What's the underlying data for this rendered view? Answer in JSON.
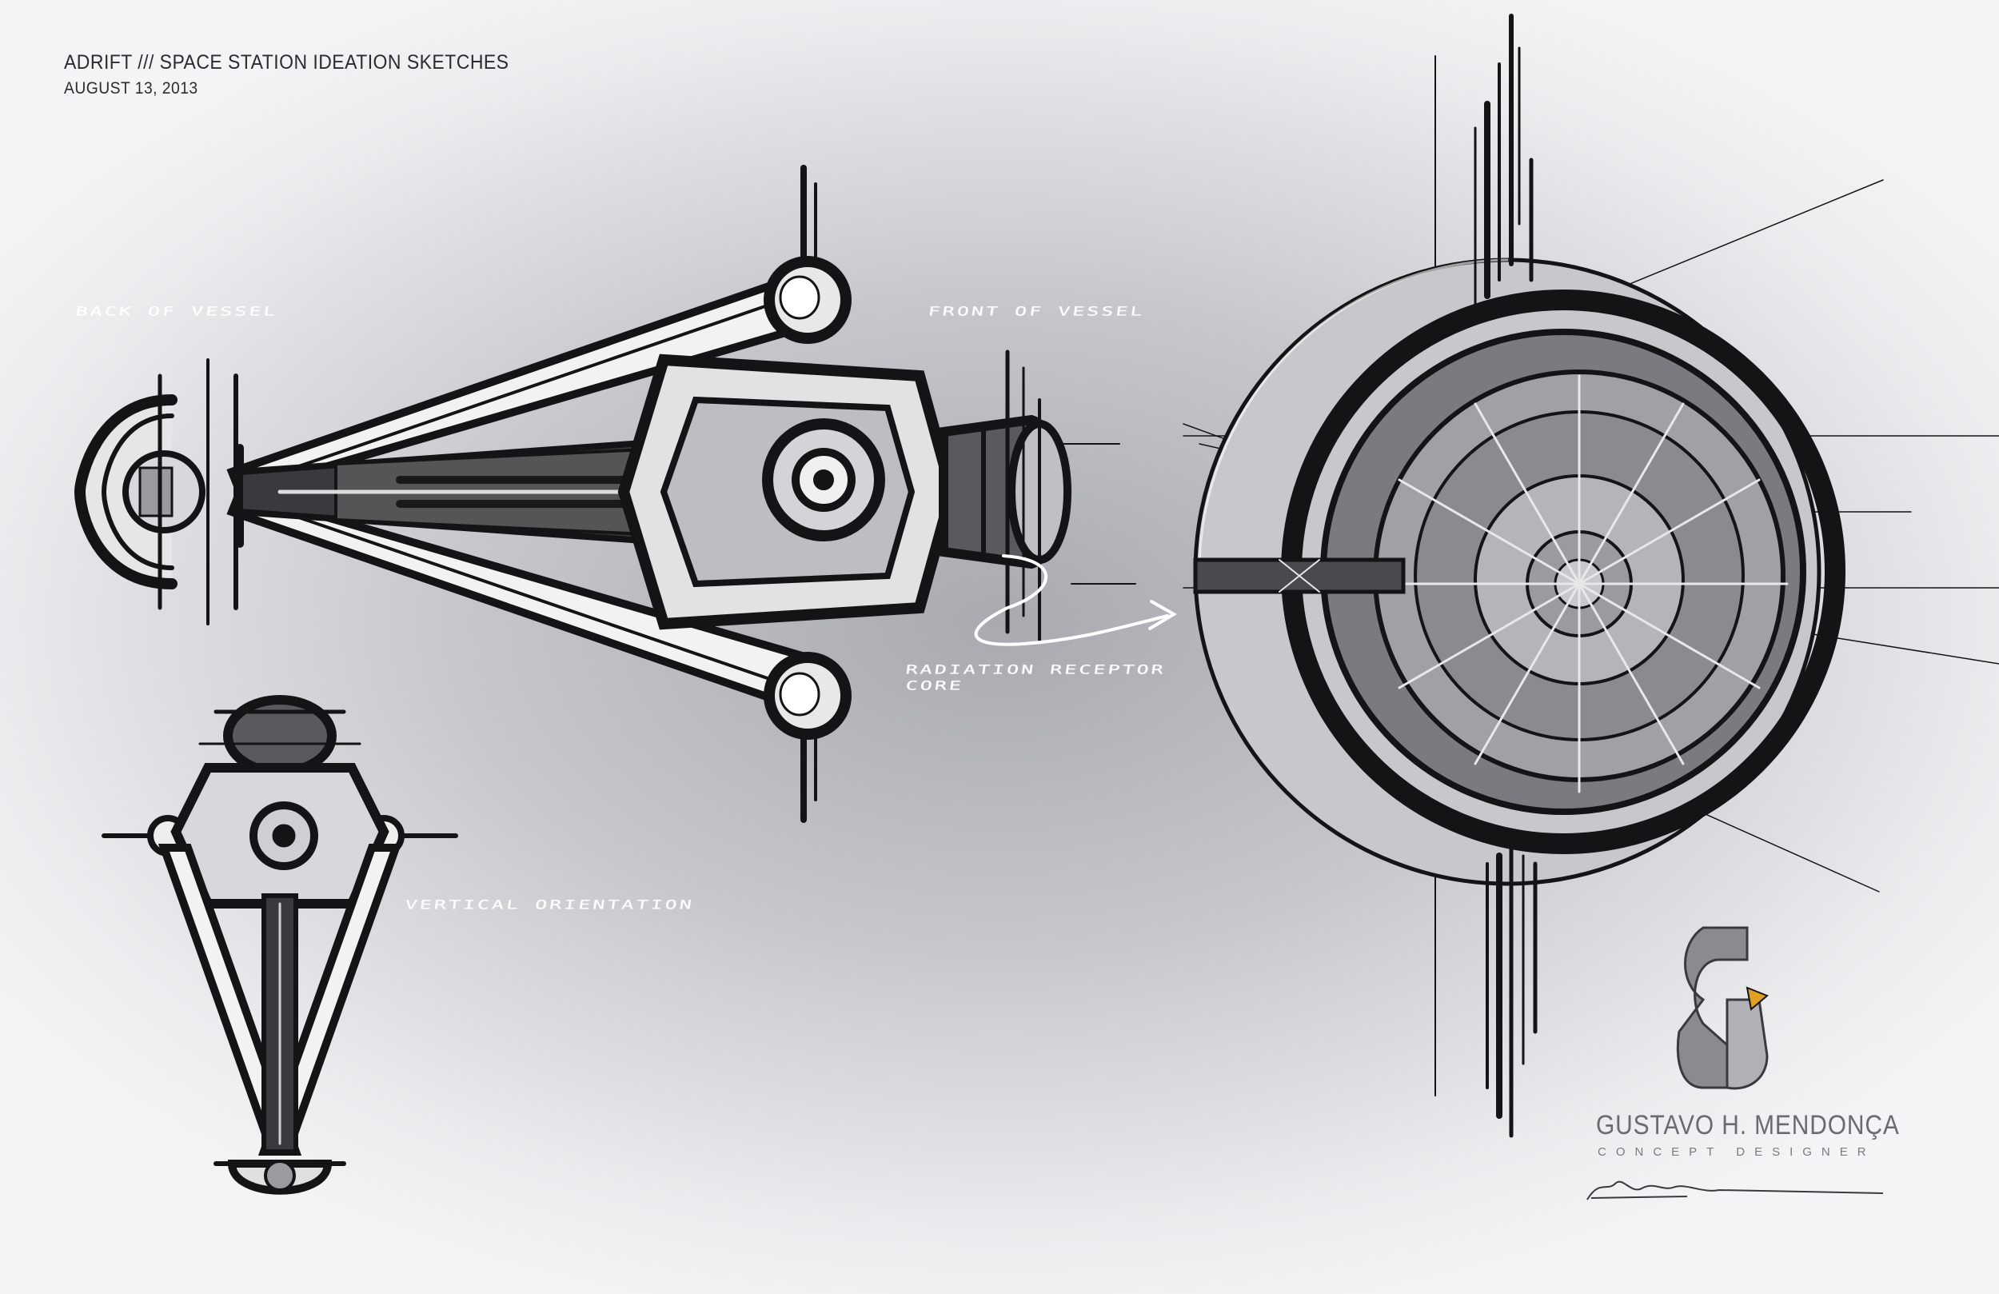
{
  "header": {
    "title": "ADRIFT /// SPACE STATION IDEATION SKETCHES",
    "date": "AUGUST 13, 2013"
  },
  "annotations": {
    "back": "BACK OF VESSEL",
    "front": "FRONT OF VESSEL",
    "radiation_line1": "RADIATION RECEPTOR",
    "radiation_line2": "CORE",
    "vertical": "VERTICAL ORIENTATION"
  },
  "branding": {
    "name": "GUSTAVO H. MENDONÇA",
    "role": "CONCEPT DESIGNER"
  },
  "colors": {
    "ink": "#141416",
    "highlight": "#f2f2f2",
    "logo_accent": "#e0a020",
    "logo_metal": "#8a8a90"
  }
}
